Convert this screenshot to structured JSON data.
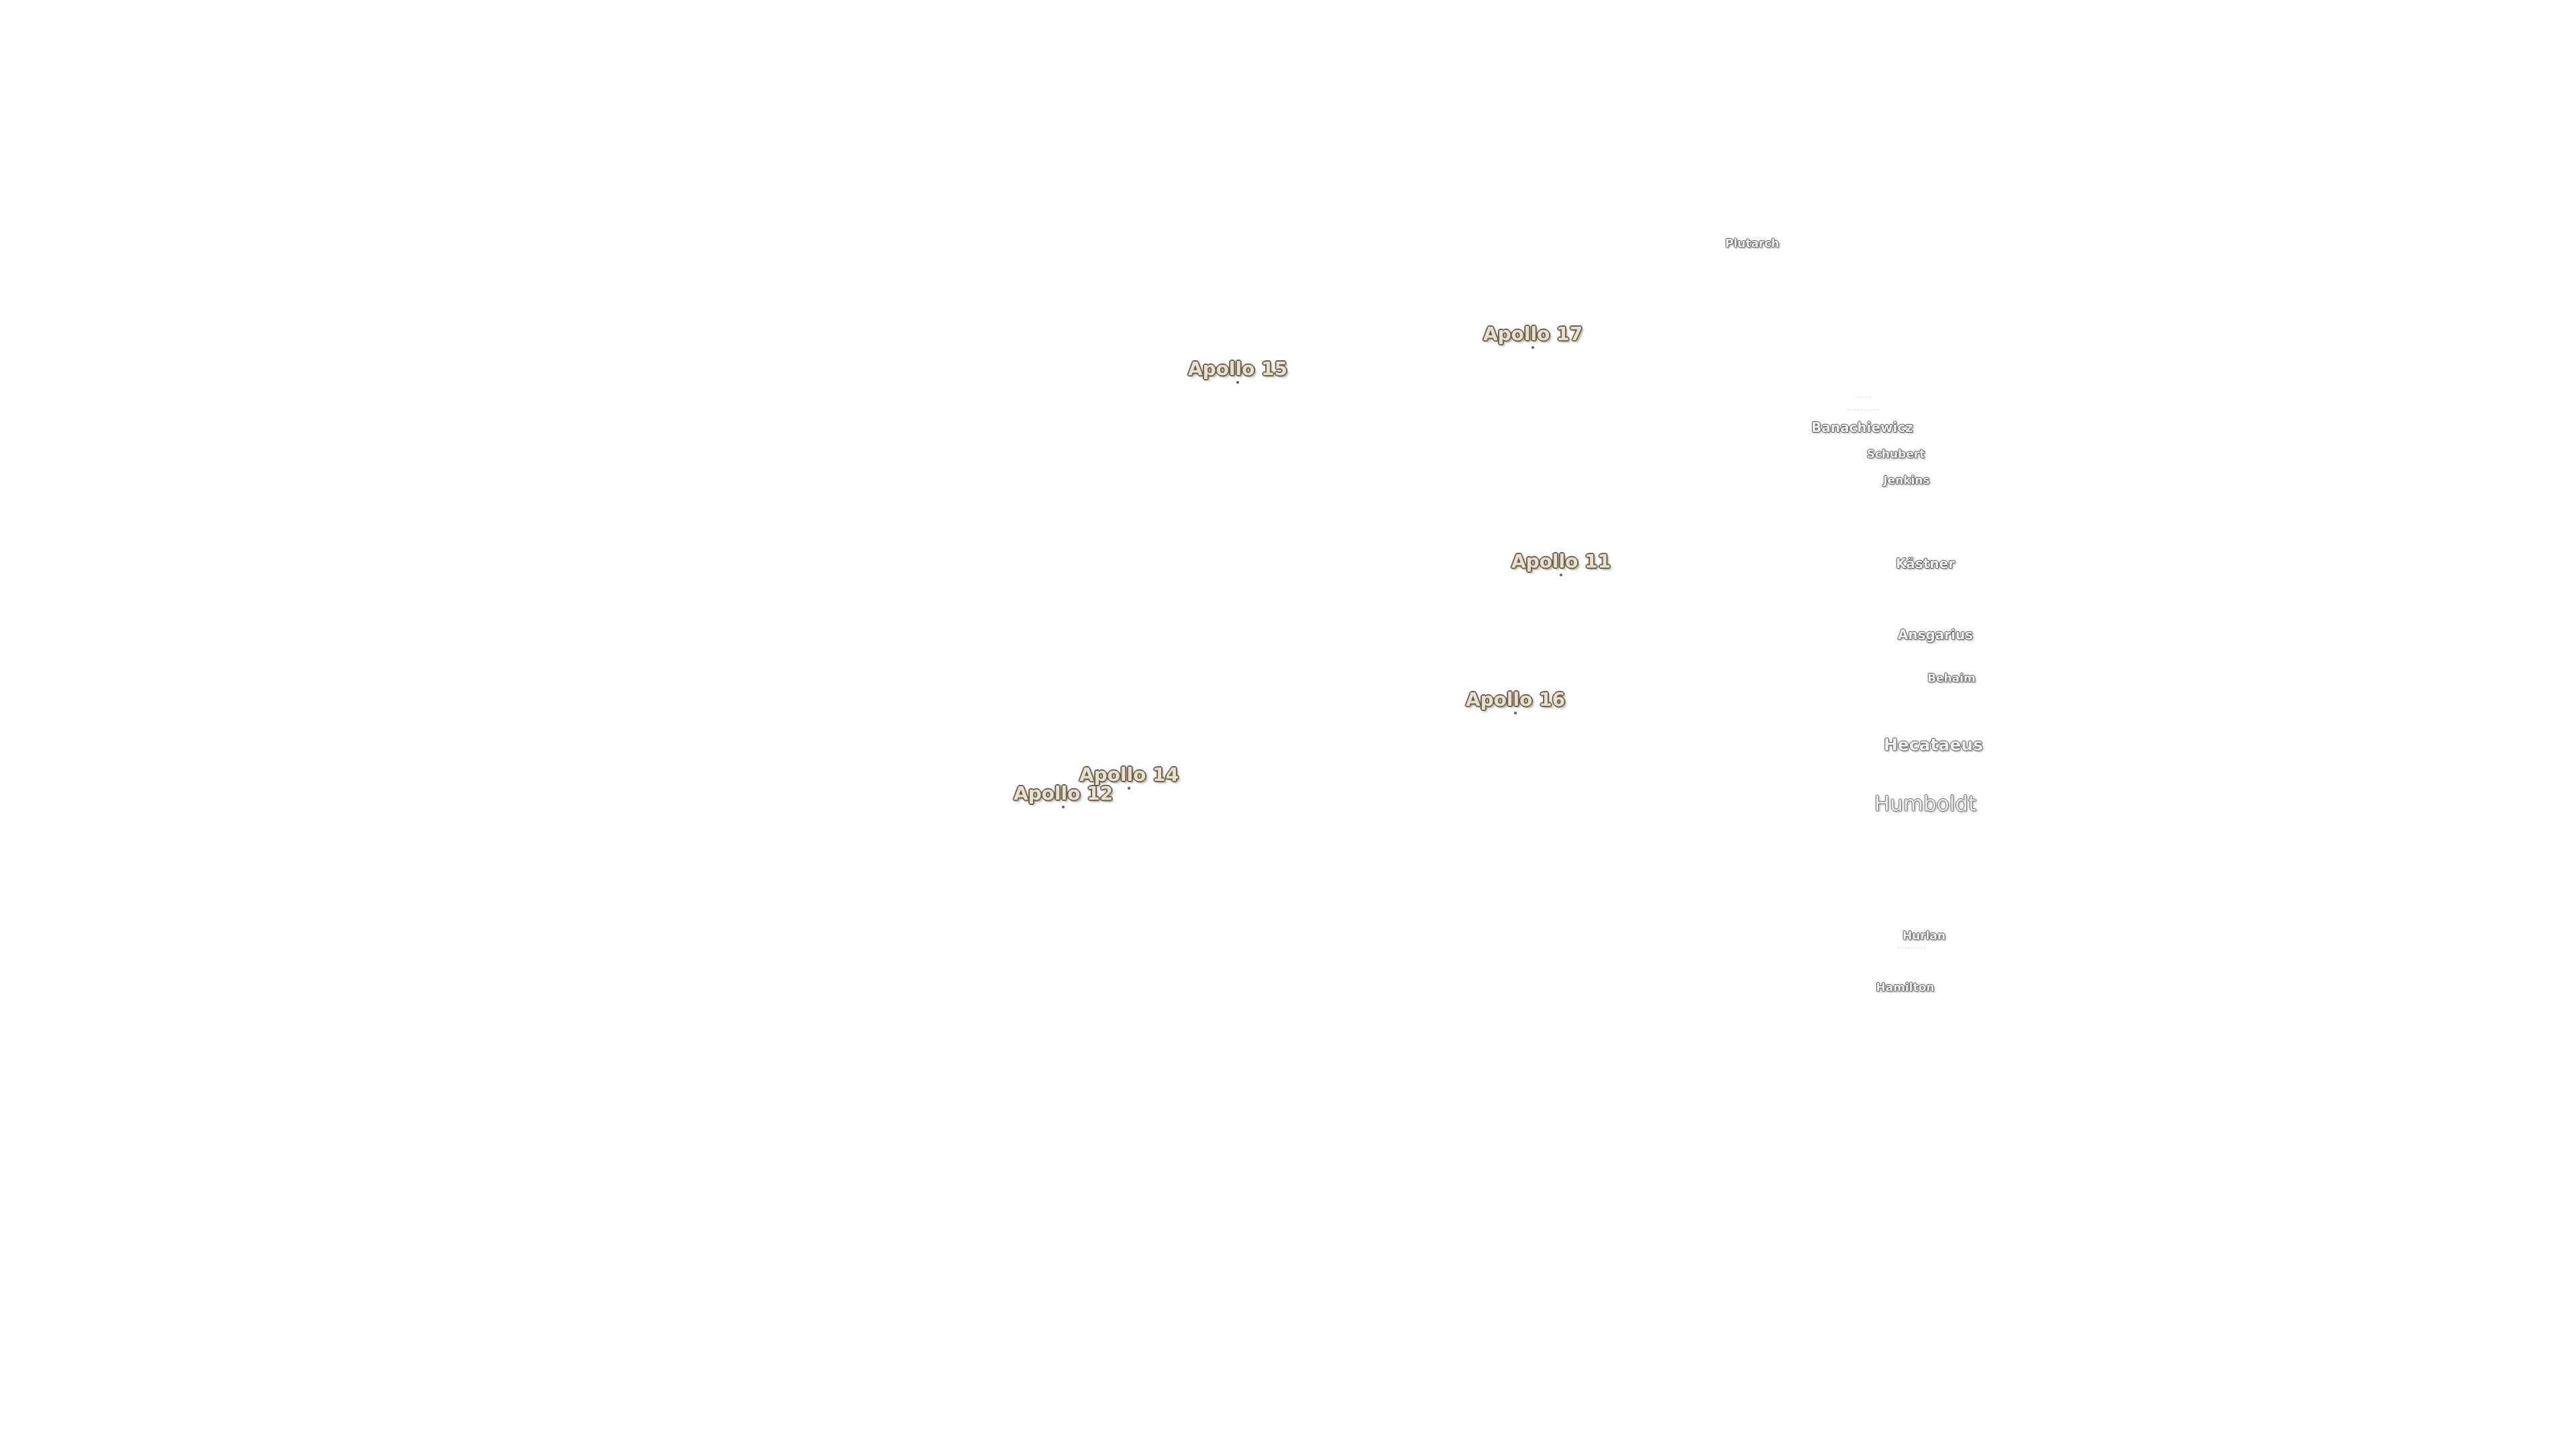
{
  "labels": {
    "apollo_17": "Apollo 17",
    "apollo_15": "Apollo 15",
    "apollo_11": "Apollo 11",
    "apollo_16": "Apollo 16",
    "apollo_14": "Apollo 14",
    "apollo_12": "Apollo 12",
    "plutarch": "Plutarch",
    "banachiewicz": "Banachiewicz",
    "schubert": "Schubert",
    "jenkins": "Jenkins",
    "kastner": "Kästner",
    "ansgarius": "Ansgarius",
    "behaim": "Behaim",
    "hecataeus": "Hecataeus",
    "humboldt": "Humboldt",
    "hurlan": "Hurlan",
    "hamilton": "Hamilton"
  }
}
